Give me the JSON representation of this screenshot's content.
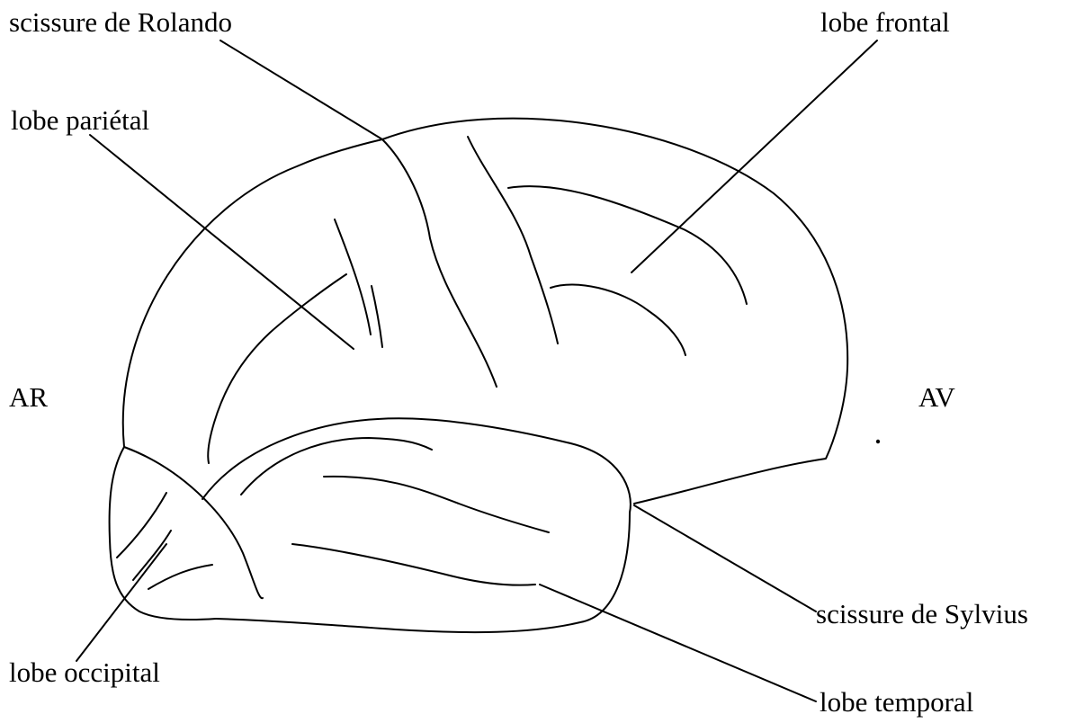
{
  "labels": {
    "rolando": "scissure de Rolando",
    "frontal": "lobe frontal",
    "parietal": "lobe pariétal",
    "ar": "AR",
    "av": "AV",
    "sylvius": "scissure de Sylvius",
    "occipital": "lobe occipital",
    "temporal": "lobe temporal"
  },
  "colors": {
    "stroke": "#000000",
    "background": "#ffffff"
  }
}
